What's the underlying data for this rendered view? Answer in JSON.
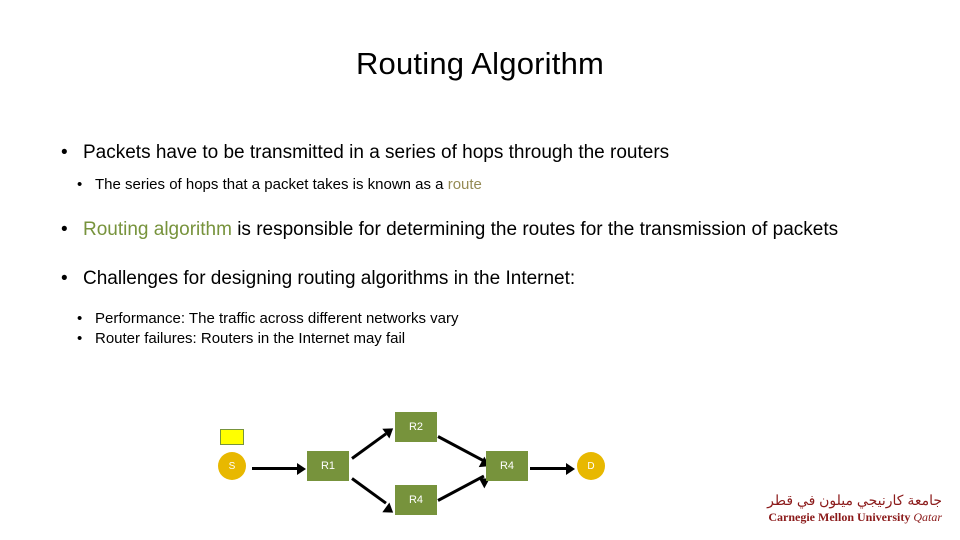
{
  "slide": {
    "title": "Routing Algorithm",
    "bullets": [
      {
        "level": 1,
        "marker": "•",
        "segments": [
          {
            "text": "Packets have to be transmitted in a series of hops through the routers",
            "style": "normal"
          }
        ]
      },
      {
        "level": 2,
        "marker": "•",
        "segments": [
          {
            "text": "The series of hops that a packet takes is known as a ",
            "style": "normal"
          },
          {
            "text": "route",
            "style": "route"
          }
        ]
      },
      {
        "level": 1,
        "marker": "•",
        "segments": [
          {
            "text": "Routing algorithm",
            "style": "green"
          },
          {
            "text": " is responsible for determining the routes for the transmission of packets",
            "style": "normal"
          }
        ]
      },
      {
        "level": 1,
        "marker": "•",
        "segments": [
          {
            "text": "Challenges for designing routing algorithms in the Internet:",
            "style": "normal"
          }
        ]
      },
      {
        "level": 2,
        "marker": "•",
        "segments": [
          {
            "text": "Performance: The traffic across different networks vary",
            "style": "normal"
          }
        ]
      },
      {
        "level": 2,
        "marker": "•",
        "segments": [
          {
            "text": "Router failures: Routers in the Internet may fail",
            "style": "normal"
          }
        ]
      }
    ]
  },
  "diagram": {
    "nodes": [
      {
        "id": "source",
        "label": "S",
        "shape": "circle"
      },
      {
        "id": "r1",
        "label": "R1",
        "shape": "rect"
      },
      {
        "id": "r2-top",
        "label": "R2",
        "shape": "rect"
      },
      {
        "id": "r4-bottom",
        "label": "R4",
        "shape": "rect"
      },
      {
        "id": "r4-right",
        "label": "R4",
        "shape": "rect"
      },
      {
        "id": "destination",
        "label": "D",
        "shape": "circle"
      }
    ],
    "edges": [
      {
        "from": "source",
        "to": "r1"
      },
      {
        "from": "r1",
        "to": "r2-top"
      },
      {
        "from": "r1",
        "to": "r4-bottom"
      },
      {
        "from": "r2-top",
        "to": "r4-right"
      },
      {
        "from": "r4-bottom",
        "to": "r4-right"
      },
      {
        "from": "r4-right",
        "to": "destination"
      }
    ],
    "marker_tag": "packet-marker"
  },
  "logo": {
    "arabic": "جامعة كارنيجي ميلون في قطر",
    "english": "Carnegie Mellon University",
    "english_suffix": "Qatar"
  },
  "colors": {
    "node_green": "#77933c",
    "node_yellow": "#e8b800",
    "highlight_green": "#77933c",
    "highlight_route": "#948a54",
    "logo_red": "#8b1a1a",
    "marker_yellow": "#ffff00"
  }
}
